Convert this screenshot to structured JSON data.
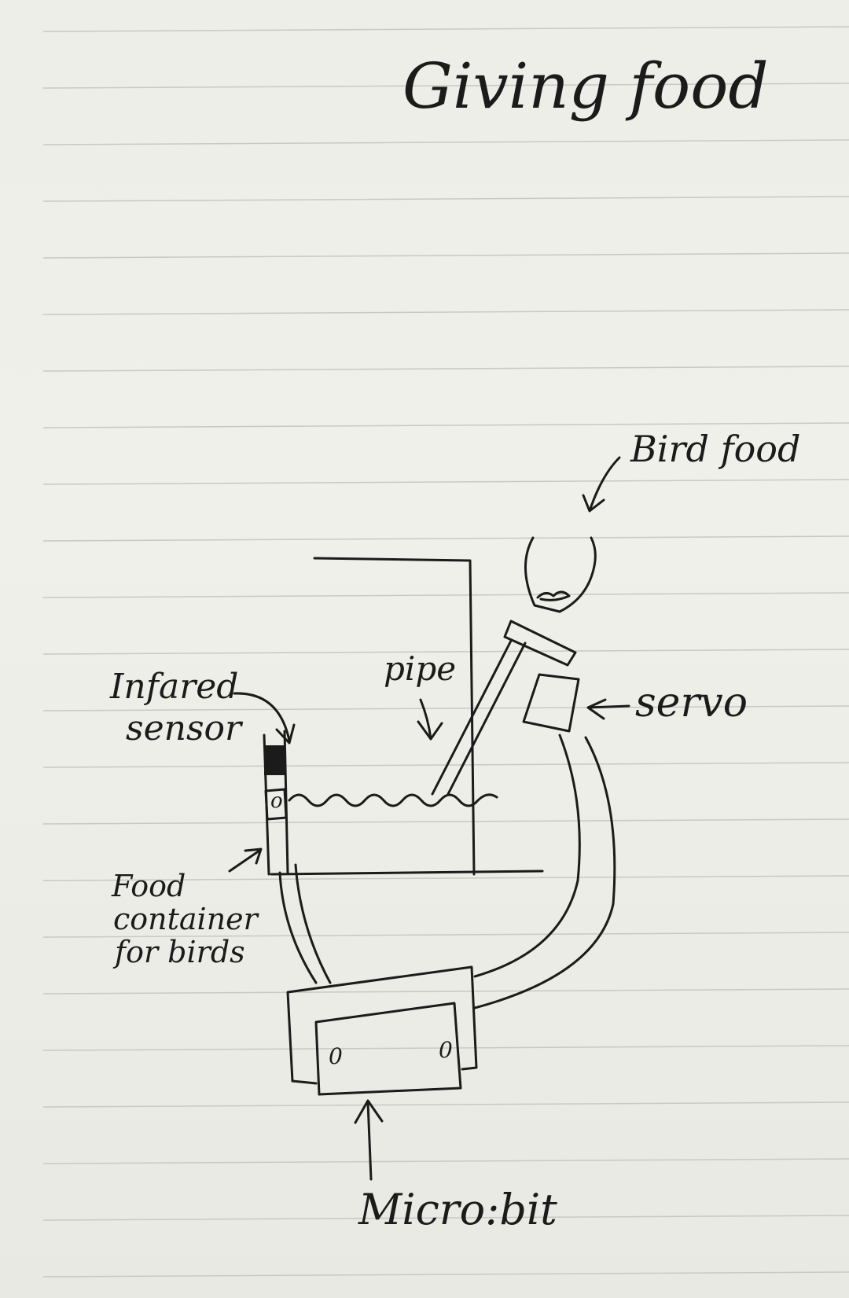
{
  "title": "Giving food",
  "labels": {
    "bird_food": "Bird food",
    "servo": "servo",
    "pipe": "pipe",
    "infrared_sensor_line1": "Infared",
    "infrared_sensor_line2": "sensor",
    "food_container_line1": "Food",
    "food_container_line2": "container",
    "food_container_line3": "for birds",
    "microbit": "Micro:bit",
    "pin_left": "0",
    "pin_right": "0",
    "sensor_eye": "o"
  }
}
